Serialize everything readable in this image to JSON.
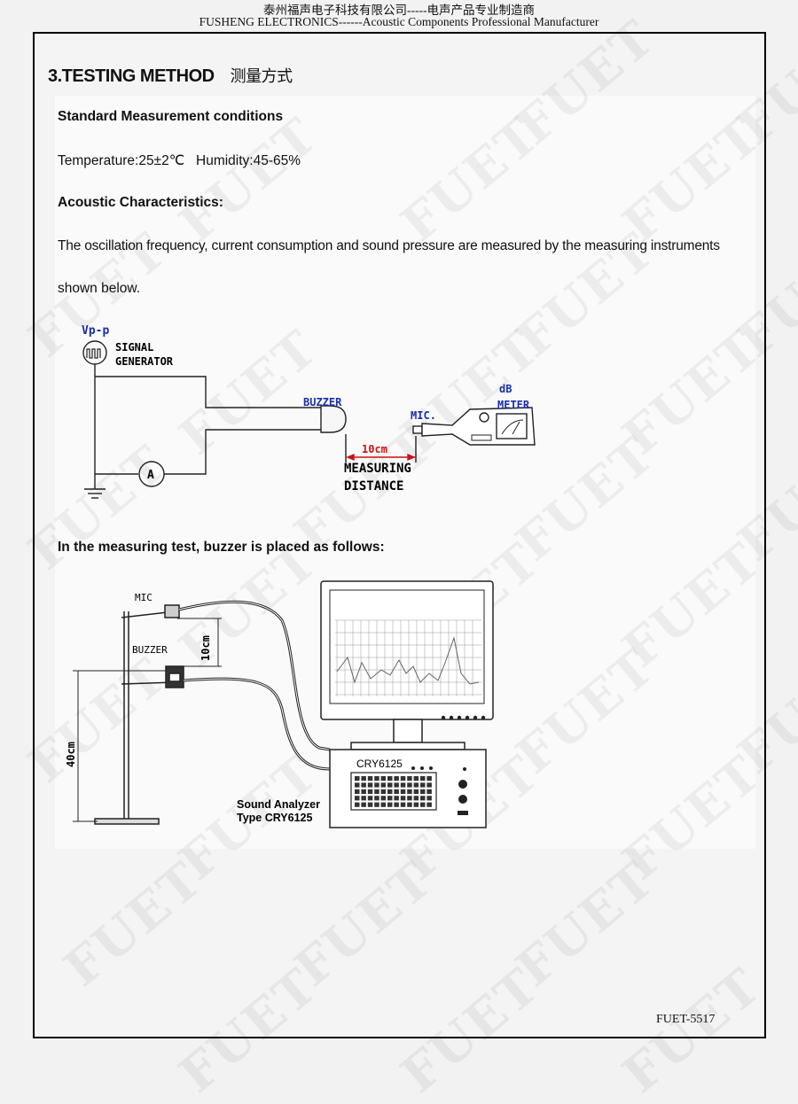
{
  "header": {
    "company_cn": "泰州福声电子科技有限公司-----电声产品专业制造商",
    "company_en": "FUSHENG ELECTRONICS------Acoustic Components Professional Manufacturer"
  },
  "watermark": "FUET",
  "section": {
    "title": "3.TESTING METHOD",
    "title_cn": "测量方式"
  },
  "conditions": {
    "heading": "Standard Measurement conditions",
    "values": "Temperature:25±2℃   Humidity:45-65%"
  },
  "acoustic": {
    "heading": "Acoustic Characteristics:",
    "line1": "The oscillation frequency, current consumption and sound pressure are measured by the measuring instruments",
    "line2": "shown below."
  },
  "diagram1": {
    "vpp": "Vp-p",
    "signal": "SIGNAL",
    "generator": "GENERATOR",
    "ammeter": "A",
    "buzzer": "BUZZER",
    "distance": "10cm",
    "measuring": "MEASURING",
    "distance_label": "DISTANCE",
    "mic": "MIC.",
    "db": "dB",
    "meter": "METER"
  },
  "placement": {
    "heading": "In the measuring test, buzzer is placed as follows:"
  },
  "diagram2": {
    "mic": "MIC",
    "buzzer": "BUZZER",
    "dist_10": "10cm",
    "dist_40": "40cm",
    "device": "CRY6125",
    "analyzer_line1": "Sound Analyzer",
    "analyzer_line2": "Type CRY6125"
  },
  "footer": {
    "code": "FUET-5517"
  },
  "colors": {
    "blue_label": "#1a2ea8",
    "red_dim": "#cc1111"
  }
}
